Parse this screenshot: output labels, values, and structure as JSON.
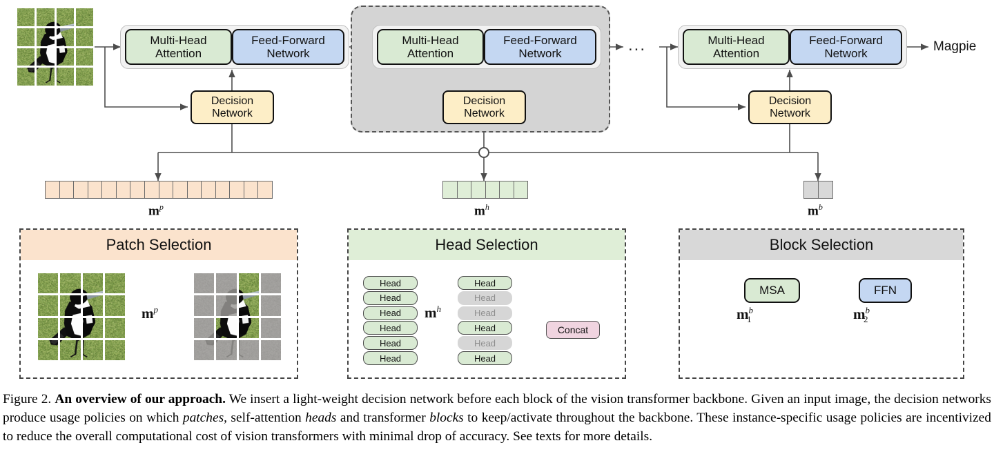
{
  "figure": {
    "number": "Figure 2.",
    "bold_title": "An overview of our approach.",
    "caption_part1": " We insert a light-weight decision network before each block of the vision transformer backbone. Given an input image, the decision networks produce usage policies on which ",
    "em_patches": "patches",
    "caption_part2": ", self-attention ",
    "em_heads": "heads",
    "caption_part3": " and transformer ",
    "em_blocks": "blocks",
    "caption_part4": " to keep/activate throughout the backbone. These instance-specific usage policies are incentivized to reduce the overall computational cost of vision transformers with minimal drop of accuracy. See texts for more details."
  },
  "backbone": {
    "blocks": [
      {
        "msa_line1": "Multi-Head",
        "msa_line2": "Attention",
        "ffn_line1": "Feed-Forward",
        "ffn_line2": "Network",
        "decision_line1": "Decision",
        "decision_line2": "Network"
      },
      {
        "msa_line1": "Multi-Head",
        "msa_line2": "Attention",
        "ffn_line1": "Feed-Forward",
        "ffn_line2": "Network",
        "decision_line1": "Decision",
        "decision_line2": "Network"
      },
      {
        "msa_line1": "Multi-Head",
        "msa_line2": "Attention",
        "ffn_line1": "Feed-Forward",
        "ffn_line2": "Network",
        "decision_line1": "Decision",
        "decision_line2": "Network"
      }
    ],
    "ellipsis": "...",
    "output_label": "Magpie",
    "input_image_alt": "magpie-patch-grid"
  },
  "masks": {
    "patch": {
      "label_base": "m",
      "label_sup": "p",
      "cells": 16,
      "color": "#fbe3cd"
    },
    "head": {
      "label_base": "m",
      "label_sup": "h",
      "cells": 6,
      "color": "#dfeed7"
    },
    "block": {
      "label_base": "m",
      "label_sup": "b",
      "cells": 2,
      "color": "#d8d8d8"
    }
  },
  "panels": {
    "patch_selection": {
      "title": "Patch Selection",
      "arrow_label_base": "m",
      "arrow_label_sup": "p",
      "grid_rows": 4,
      "grid_cols": 4,
      "kept_patches": [
        2,
        6,
        9,
        10
      ]
    },
    "head_selection": {
      "title": "Head Selection",
      "arrow_label_base": "m",
      "arrow_label_sup": "h",
      "left_heads": [
        {
          "label": "Head",
          "active": true
        },
        {
          "label": "Head",
          "active": true
        },
        {
          "label": "Head",
          "active": true
        },
        {
          "label": "Head",
          "active": true
        },
        {
          "label": "Head",
          "active": true
        },
        {
          "label": "Head",
          "active": true
        }
      ],
      "right_heads": [
        {
          "label": "Head",
          "active": true
        },
        {
          "label": "Head",
          "active": false
        },
        {
          "label": "Head",
          "active": false
        },
        {
          "label": "Head",
          "active": true
        },
        {
          "label": "Head",
          "active": false
        },
        {
          "label": "Head",
          "active": true
        }
      ],
      "concat_label": "Concat"
    },
    "block_selection": {
      "title": "Block Selection",
      "msa_label": "MSA",
      "ffn_label": "FFN",
      "switch1_base": "m",
      "switch1_sup": "b",
      "switch1_sub": "1",
      "switch2_base": "m",
      "switch2_sup": "b",
      "switch2_sub": "2",
      "adder_glyph": "plus-circle"
    }
  },
  "colors": {
    "msa_green": "#d9ead3",
    "ffn_blue": "#c4d7f2",
    "decision_yellow": "#fdeec7",
    "patch_peach": "#fbe3cd",
    "head_green": "#dfeed7",
    "block_gray": "#d8d8d8",
    "concat_pink": "#f0d4e0",
    "container_gray": "#d4d4d4",
    "line_gray": "#4d4d4d"
  }
}
